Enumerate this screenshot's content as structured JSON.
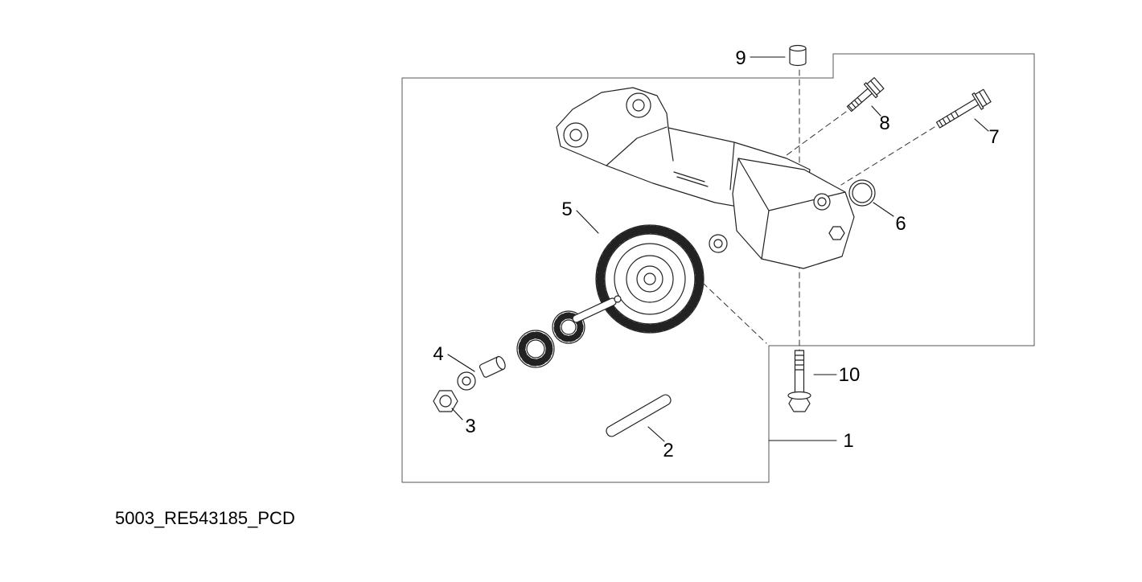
{
  "page": {
    "background_color": "#ffffff",
    "line_color": "#1f1f1f"
  },
  "caption": "5003_RE543185_PCD",
  "callouts": [
    {
      "label": "1"
    },
    {
      "label": "2"
    },
    {
      "label": "3"
    },
    {
      "label": "4"
    },
    {
      "label": "5"
    },
    {
      "label": "6"
    },
    {
      "label": "7"
    },
    {
      "label": "8"
    },
    {
      "label": "9"
    },
    {
      "label": "10"
    }
  ]
}
